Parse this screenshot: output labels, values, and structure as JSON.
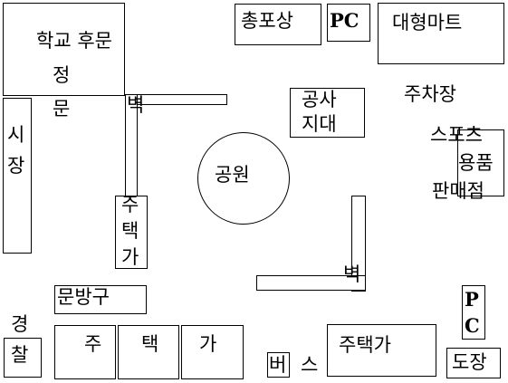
{
  "school": {
    "label": "학교  후문",
    "gate_1": "정",
    "gate_2": "문"
  },
  "wall_label": "벽",
  "gift_shop": "총포상",
  "pc_top": "PC",
  "mart": "대형마트",
  "parking": "주차장",
  "construction": {
    "line1": "공사",
    "line2": "지대"
  },
  "sports_store": {
    "line1": "스포츠",
    "line2": "용품",
    "line3": "판매점"
  },
  "market": {
    "line1": "시",
    "line2": "장"
  },
  "park": "공원",
  "housing_vertical": {
    "line1": "주",
    "line2": "택",
    "line3": "가"
  },
  "stationery": "문방구",
  "police": {
    "line1": "경",
    "line2": "찰"
  },
  "housing_bottom": {
    "c1": "주",
    "c2": "택",
    "c3": "가"
  },
  "bus": {
    "c1": "버",
    "c2": "스"
  },
  "housing_right": "주택가",
  "pc_right": {
    "line1": "P",
    "line2": "C"
  },
  "dojo": "도장"
}
